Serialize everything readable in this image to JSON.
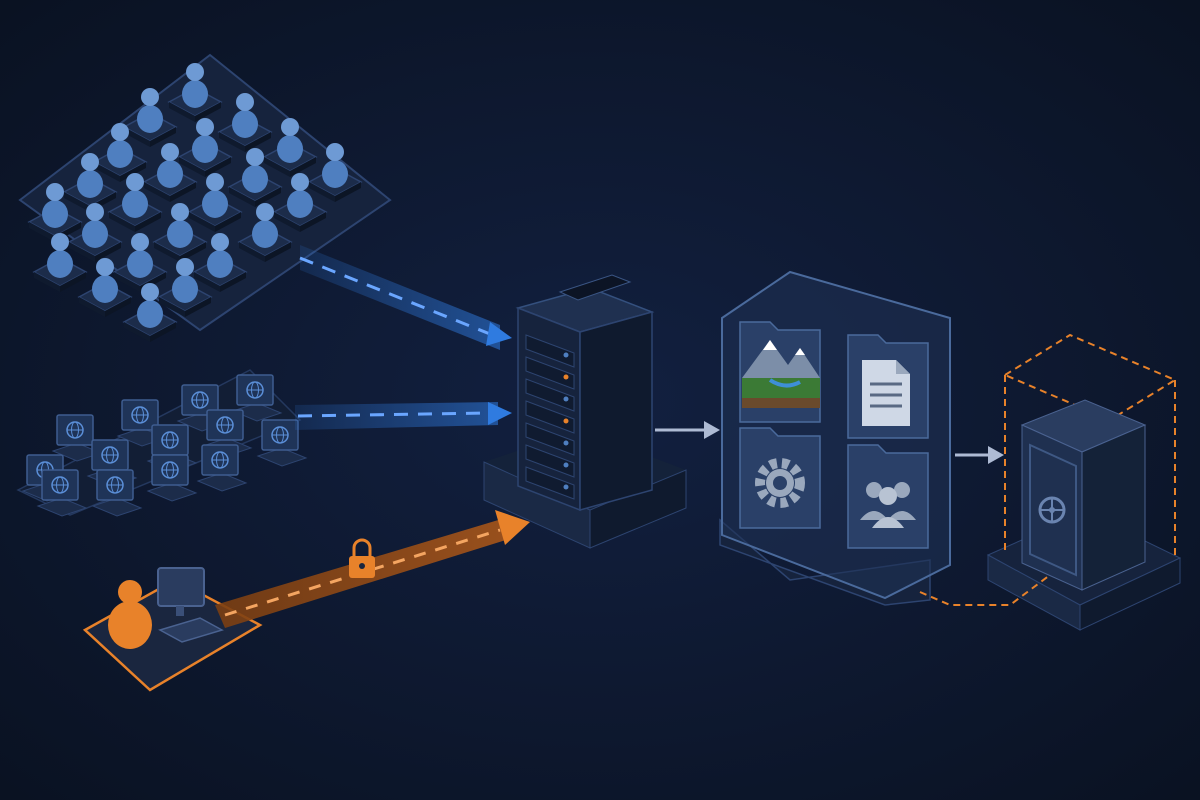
{
  "colors": {
    "background": "#0b1426",
    "user_blue": "#4f7fc0",
    "tile": "#1c2c4a",
    "tile_edge": "#2d4470",
    "flow_blue": "#2f7be0",
    "flow_orange": "#e8822a",
    "arrow_gray": "#aebbd4",
    "server": "#1a2945",
    "panel": "#1e3154",
    "vault_outline": "#e8822a"
  },
  "nodes": {
    "user_crowd": {
      "icon": "user-icon"
    },
    "laptop_cluster": {
      "icon": "globe-icon"
    },
    "admin_workstation": {
      "icon": "admin-user-icon"
    },
    "server": {
      "icon": "server-rack-icon"
    },
    "data_panel": {
      "folders": [
        "image-folder-icon",
        "document-folder-icon",
        "gear-folder-icon",
        "users-folder-icon"
      ]
    },
    "vault": {
      "icon": "safe-icon"
    }
  },
  "flows": [
    {
      "from": "user_crowd",
      "to": "server",
      "style": "dashed",
      "color": "blue"
    },
    {
      "from": "laptop_cluster",
      "to": "server",
      "style": "dashed",
      "color": "blue"
    },
    {
      "from": "admin_workstation",
      "to": "server",
      "style": "dashed",
      "color": "orange",
      "icon": "lock-icon"
    },
    {
      "from": "server",
      "to": "data_panel",
      "style": "solid",
      "color": "gray"
    },
    {
      "from": "data_panel",
      "to": "vault",
      "style": "solid",
      "color": "gray"
    }
  ]
}
